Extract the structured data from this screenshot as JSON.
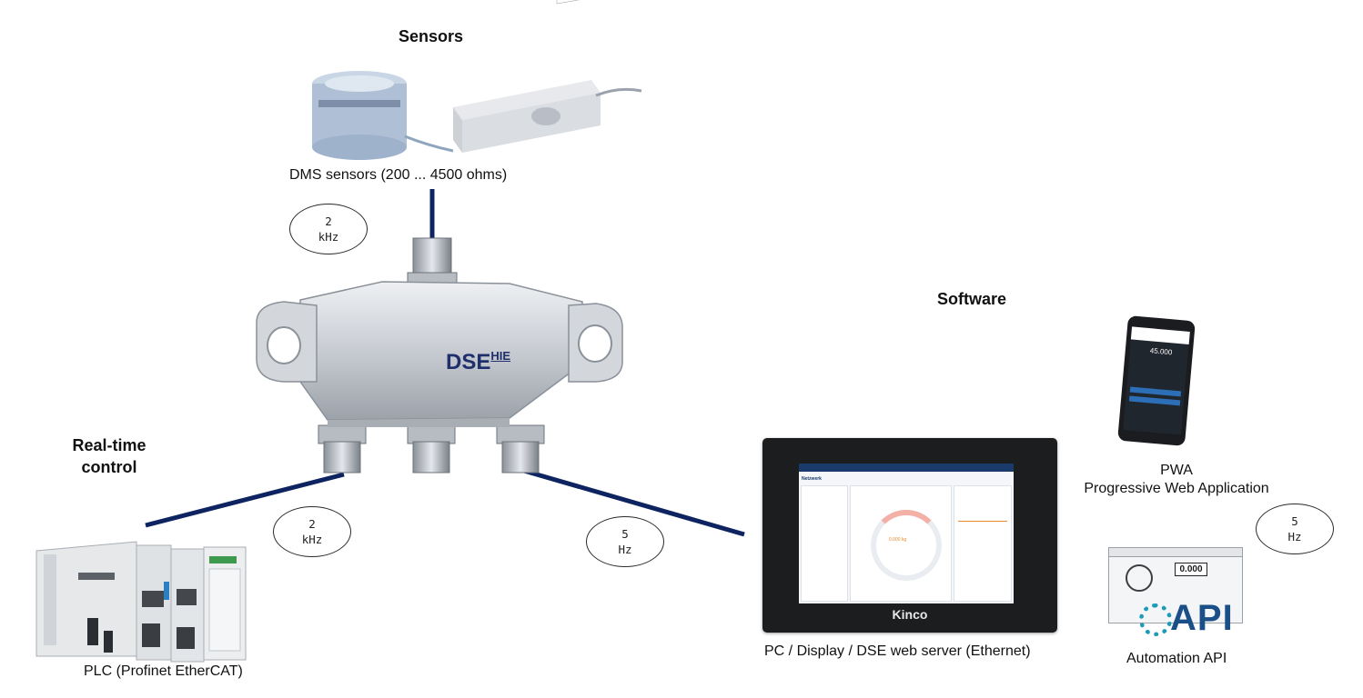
{
  "headings": {
    "sensors": "Sensors",
    "software": "Software",
    "realtime_line1": "Real-time",
    "realtime_line2": "control"
  },
  "captions": {
    "dms": "DMS sensors (200 ... 4500 ohms)",
    "plc": "PLC (Profinet EtherCAT)",
    "pc": "PC / Display / DSE web server (Ethernet)",
    "pwa_line1": "PWA",
    "pwa_line2": "Progressive Web Application",
    "api": "Automation API"
  },
  "rates": {
    "sensor_line1": "2",
    "sensor_line2": "kHz",
    "plc_line1": "2",
    "plc_line2": "kHz",
    "pc_line1": "5",
    "pc_line2": "Hz",
    "mobile_line1": "5",
    "mobile_line2": "Hz"
  },
  "device": {
    "label": "DSE",
    "superscript": "HIE"
  },
  "display": {
    "brand": "Kinco",
    "app_title": "Netzwerk",
    "gauge_value": "0.000 kg"
  },
  "phone": {
    "value": "45.000"
  },
  "api_widget": {
    "value": "0.000",
    "logo_text": "API"
  },
  "colors": {
    "line": "#0d2461",
    "device_text": "#1f2f6b",
    "api_blue": "#1a4f87",
    "api_teal": "#1c9bb8"
  }
}
